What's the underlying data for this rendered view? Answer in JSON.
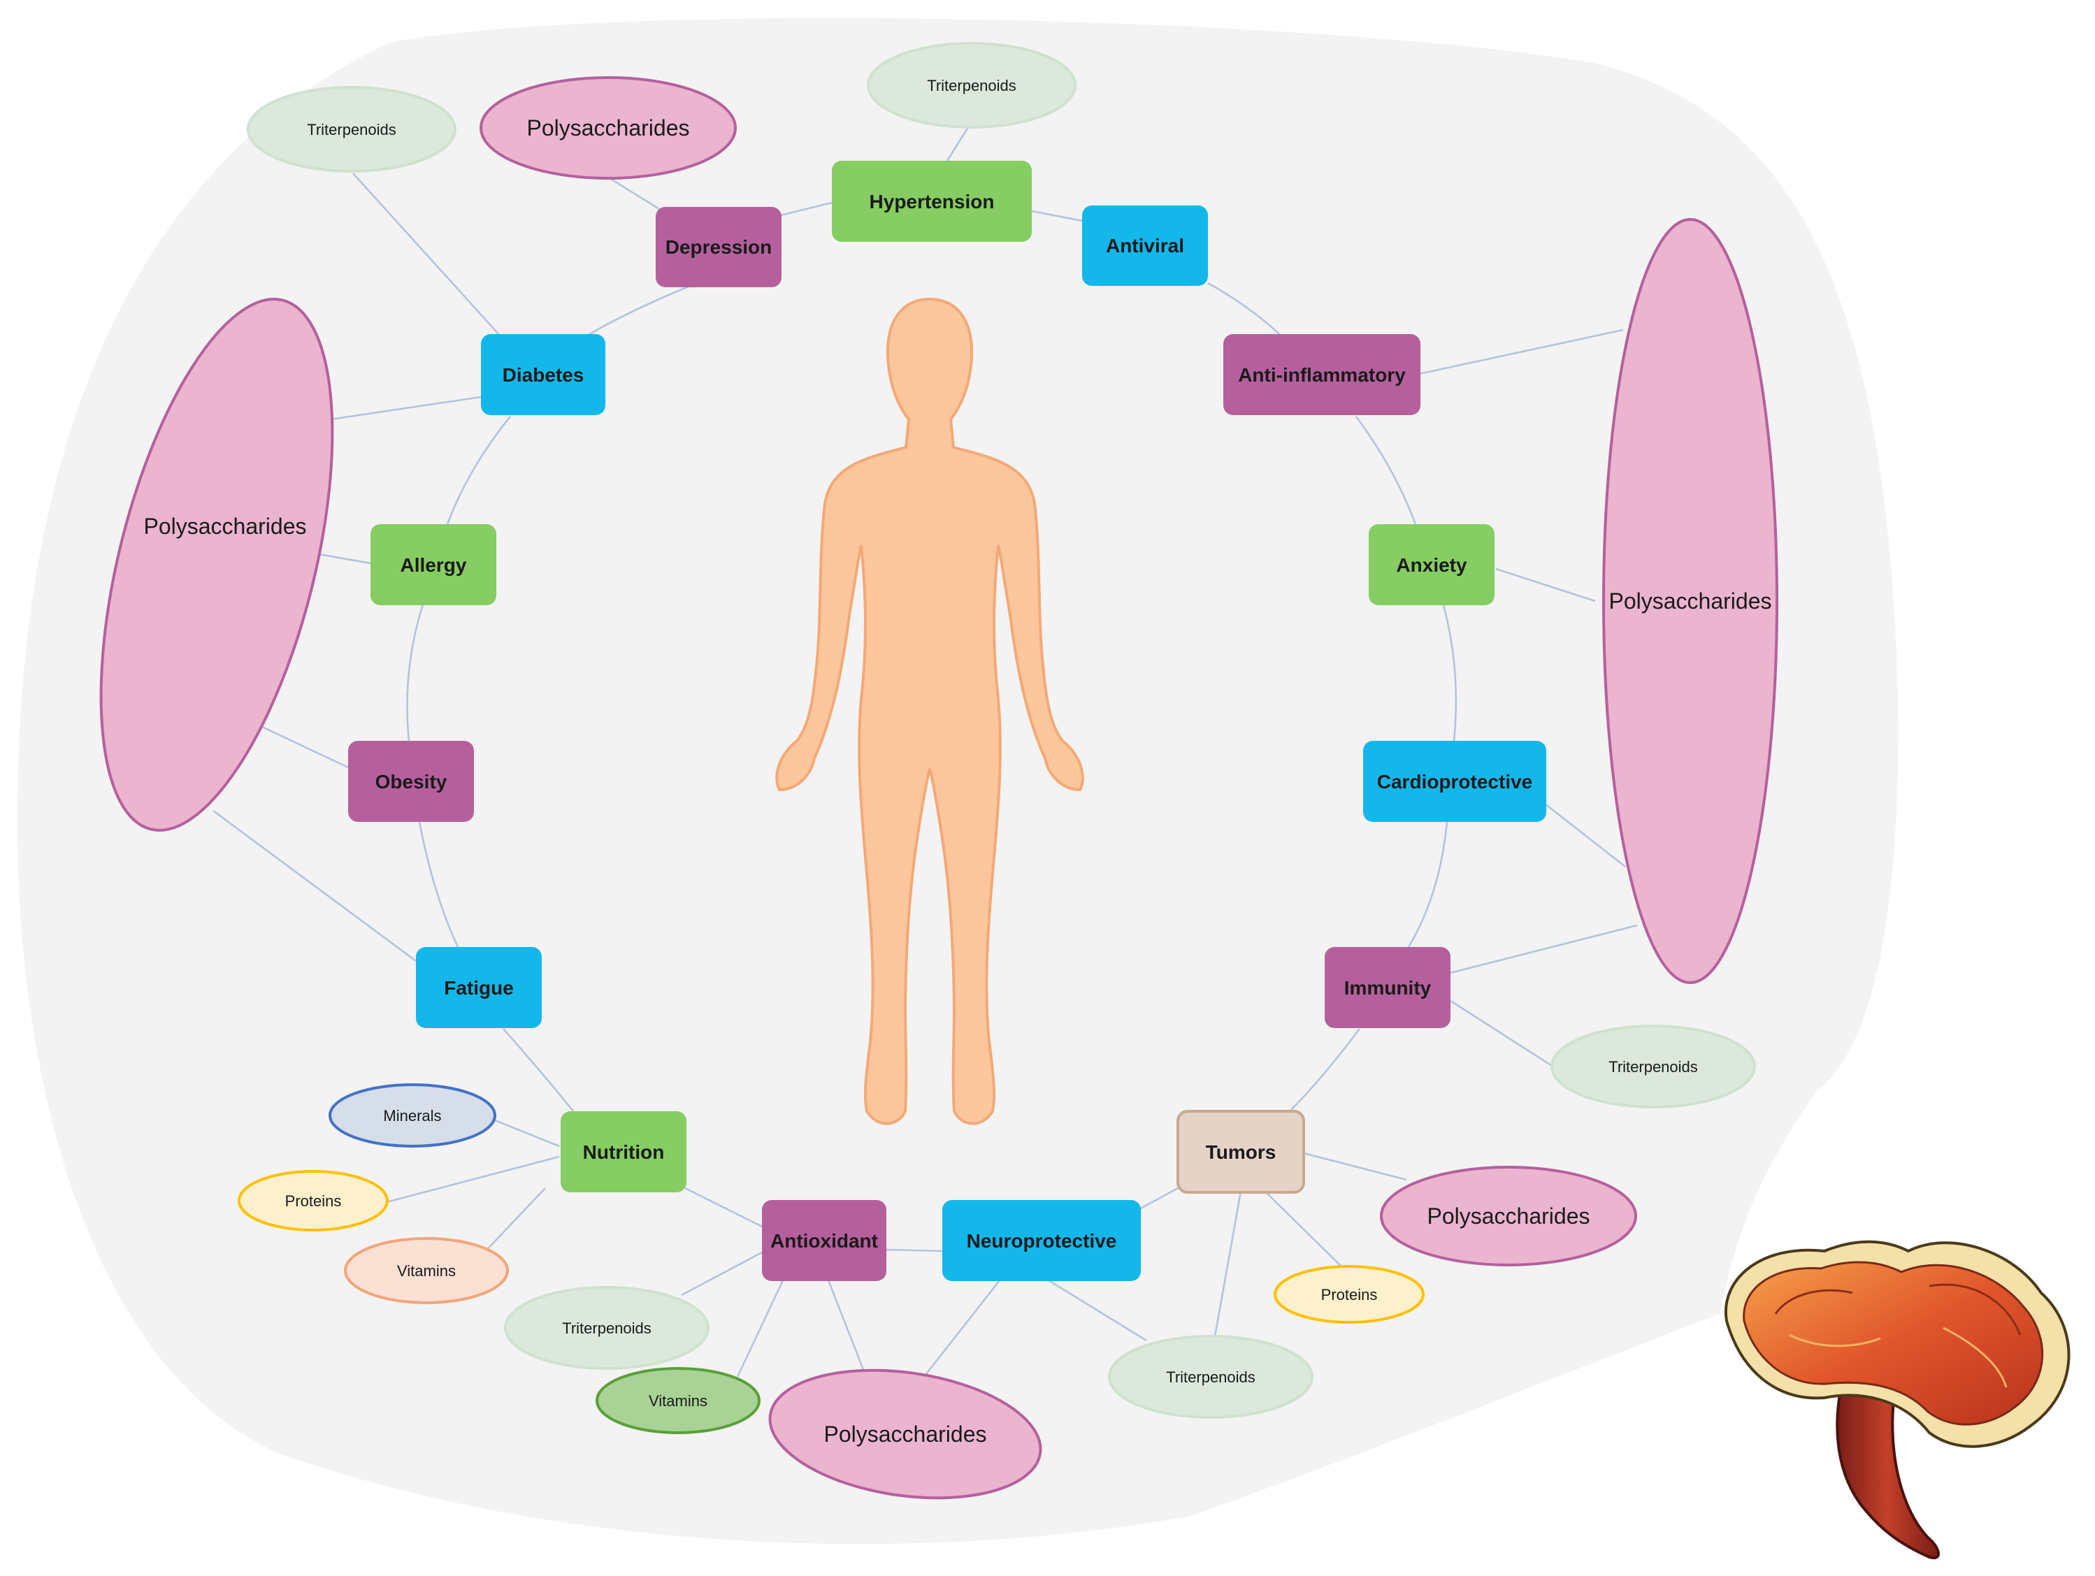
{
  "diagram": {
    "center_figure": "human-body-silhouette",
    "corner_figure": "reishi-mushroom",
    "colors": {
      "background_blob": "#f3f3f3",
      "connector": "#b4c3dc",
      "green_box": "#86cd63",
      "purple_box": "#b5609d",
      "blue_box": "#14b7ea",
      "tan_box": "#e6d3c8",
      "polysaccharides_fill": "#ebb4cf",
      "triterpenoids_fill": "#dce8dc",
      "proteins_fill": "#fdf0cd",
      "vitamins_fill": "#fbe0d4",
      "minerals_fill": "#d6deea",
      "vitamins_dark_fill": "#a9d396",
      "body_fill": "#fbc69b"
    },
    "conditions": {
      "hypertension": "Hypertension",
      "depression": "Depression",
      "antiviral": "Antiviral",
      "diabetes": "Diabetes",
      "anti_inflammatory": "Anti-inflammatory",
      "allergy": "Allergy",
      "anxiety": "Anxiety",
      "obesity": "Obesity",
      "cardioprotective": "Cardioprotective",
      "fatigue": "Fatigue",
      "immunity": "Immunity",
      "nutrition": "Nutrition",
      "tumors": "Tumors",
      "antioxidant": "Antioxidant",
      "neuroprotective": "Neuroprotective"
    },
    "compounds": {
      "triterpenoids_top": "Triterpenoids",
      "triterpenoids_top_left": "Triterpenoids",
      "polysaccharides_top_left": "Polysaccharides",
      "polysaccharides_left": "Polysaccharides",
      "polysaccharides_right": "Polysaccharides",
      "triterpenoids_immunity": "Triterpenoids",
      "minerals": "Minerals",
      "proteins_nutrition": "Proteins",
      "vitamins_nutrition": "Vitamins",
      "polysaccharides_tumors": "Polysaccharides",
      "proteins_tumors": "Proteins",
      "triterpenoids_antioxidant": "Triterpenoids",
      "vitamins_antioxidant": "Vitamins",
      "polysaccharides_bottom": "Polysaccharides",
      "triterpenoids_neuro": "Triterpenoids"
    }
  }
}
